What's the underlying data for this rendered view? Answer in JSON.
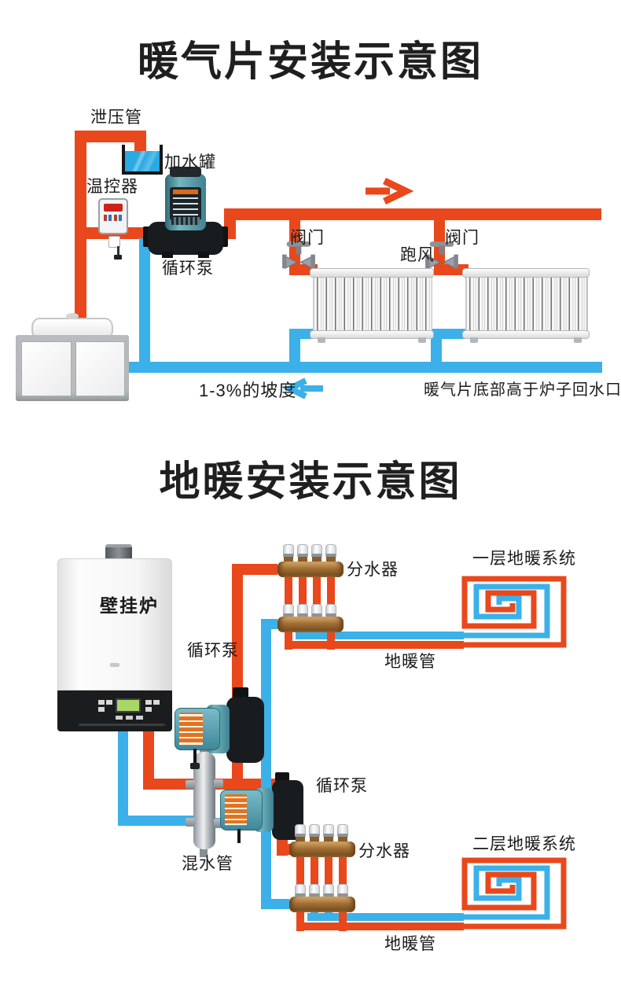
{
  "colors": {
    "supply_red": "#e8481c",
    "return_blue": "#3cb0e8",
    "brass": "#a16f34",
    "title_text": "#1f1f1f"
  },
  "radiator_diagram": {
    "title": "暖气片安装示意图",
    "labels": {
      "relief_pipe": "泄压管",
      "fill_tank": "加水罐",
      "thermostat": "温控器",
      "circulation_pump": "循环泵",
      "valve_left": "阀门",
      "air_vent": "跑风",
      "valve_right": "阀门",
      "slope_note": "1-3%的坡度",
      "return_note": "暖气片底部高于炉子回水口"
    }
  },
  "floor_heating_diagram": {
    "title": "地暖安装示意图",
    "labels": {
      "wall_boiler": "壁挂炉",
      "circulation_pump_upper": "循环泵",
      "manifold_upper": "分水器",
      "floor1_system": "一层地暖系统",
      "floor_pipe_upper": "地暖管",
      "mixing_pipe": "混水管",
      "circulation_pump_lower": "循环泵",
      "manifold_lower": "分水器",
      "floor2_system": "二层地暖系统",
      "floor_pipe_lower": "地暖管"
    }
  }
}
